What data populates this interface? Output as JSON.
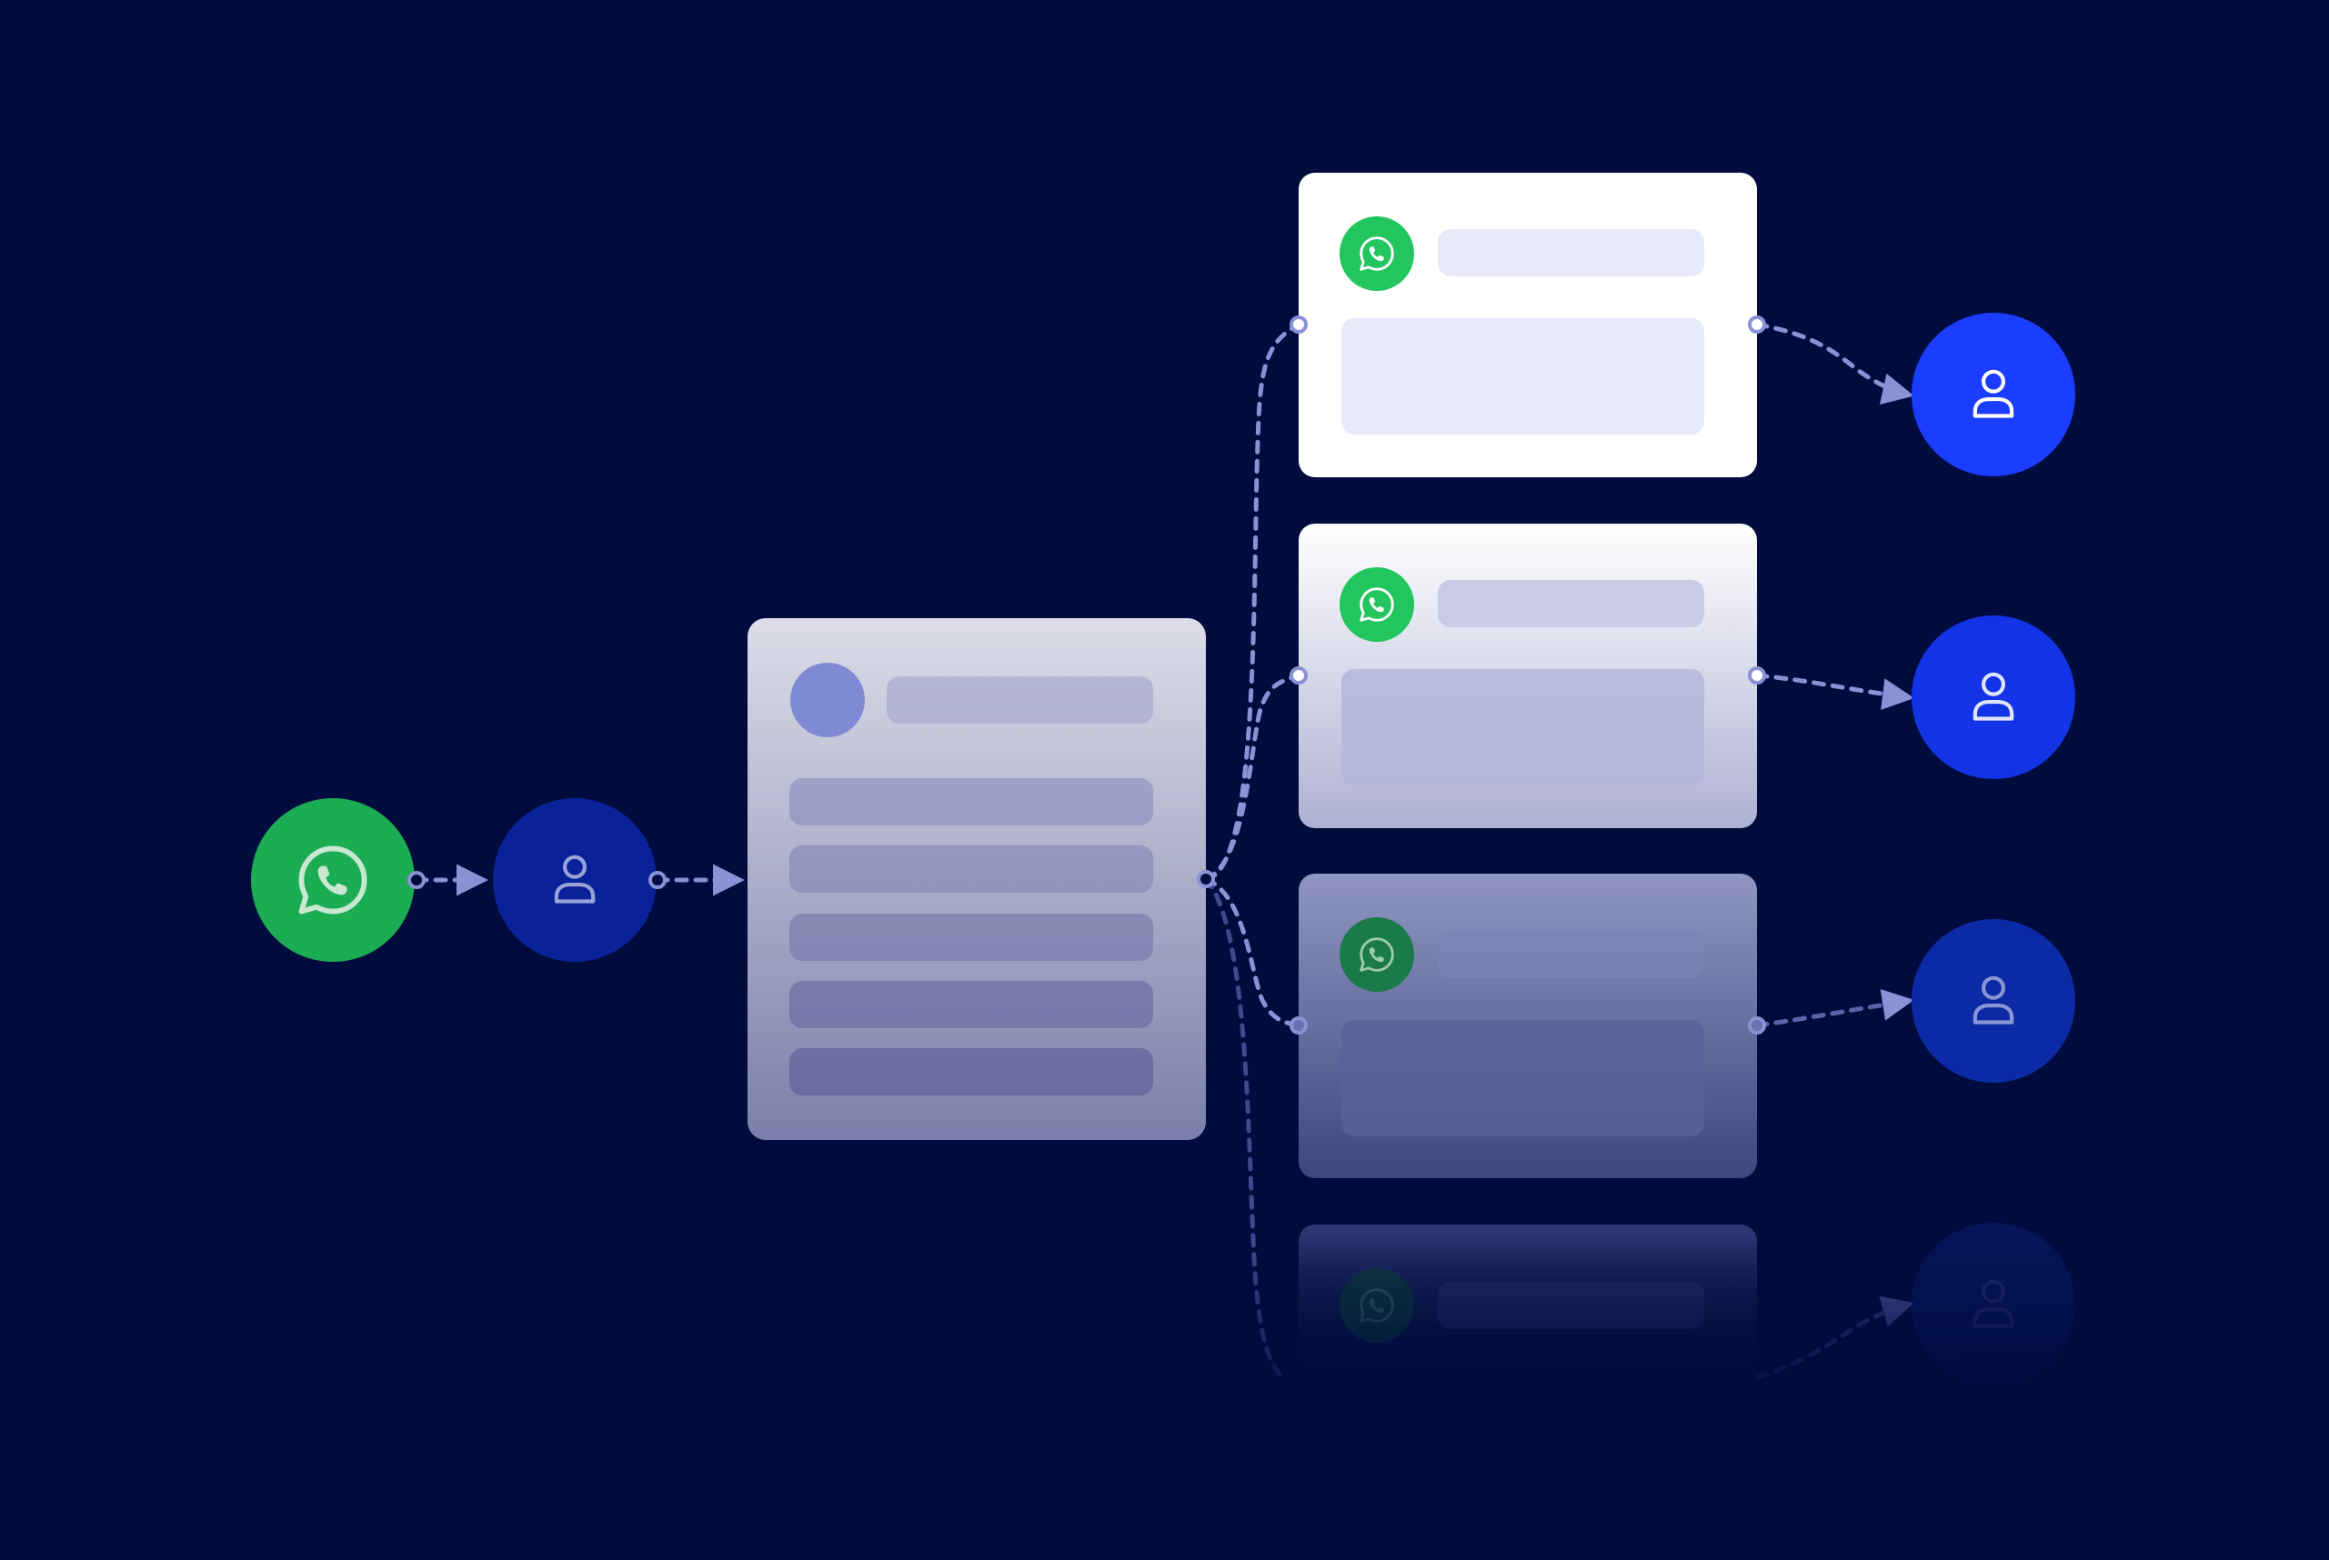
{
  "diagram": {
    "type": "flow",
    "theme": {
      "background": "#000c3d",
      "whatsapp_green": "#22c55e",
      "whatsapp_green_dark": "#1a9e4e",
      "user_blue_dark": "#0a2299",
      "user_blue_bright": "#1a3dff",
      "connector": "#8892d4",
      "card_white": "#ffffff",
      "card_grey": "#dfe0ea",
      "skeleton_fill": "#e8e9fa",
      "skeleton_shade": "#a9accf",
      "avatar_fill": "#7f8ad4"
    },
    "nodes": [
      {
        "id": "source",
        "kind": "whatsapp",
        "icon": "whatsapp-icon"
      },
      {
        "id": "agent",
        "kind": "user",
        "icon": "user-icon"
      },
      {
        "id": "list-card",
        "kind": "skeleton-list-card",
        "rows": 5
      },
      {
        "id": "message-card-1",
        "kind": "whatsapp-message-card",
        "icon": "whatsapp-icon",
        "opacity": 1.0
      },
      {
        "id": "message-card-2",
        "kind": "whatsapp-message-card",
        "icon": "whatsapp-icon",
        "opacity": 1.0
      },
      {
        "id": "message-card-3",
        "kind": "whatsapp-message-card",
        "icon": "whatsapp-icon",
        "opacity": 0.55
      },
      {
        "id": "message-card-4",
        "kind": "whatsapp-message-card",
        "icon": "whatsapp-icon",
        "opacity": 0.12
      },
      {
        "id": "recipient-1",
        "kind": "user",
        "icon": "user-icon",
        "opacity": 1.0
      },
      {
        "id": "recipient-2",
        "kind": "user",
        "icon": "user-icon",
        "opacity": 1.0
      },
      {
        "id": "recipient-3",
        "kind": "user",
        "icon": "user-icon",
        "opacity": 0.55
      },
      {
        "id": "recipient-4",
        "kind": "user",
        "icon": "user-icon",
        "opacity": 0.12
      }
    ],
    "edges": [
      {
        "from": "source",
        "to": "agent",
        "style": "dashed-arrow"
      },
      {
        "from": "agent",
        "to": "list-card",
        "style": "dashed-arrow"
      },
      {
        "from": "list-card",
        "to": "message-card-1",
        "style": "dashed-curve"
      },
      {
        "from": "list-card",
        "to": "message-card-2",
        "style": "dashed-curve"
      },
      {
        "from": "list-card",
        "to": "message-card-3",
        "style": "dashed-curve"
      },
      {
        "from": "list-card",
        "to": "message-card-4",
        "style": "dashed-curve"
      },
      {
        "from": "message-card-1",
        "to": "recipient-1",
        "style": "dashed-arrow"
      },
      {
        "from": "message-card-2",
        "to": "recipient-2",
        "style": "dashed-arrow"
      },
      {
        "from": "message-card-3",
        "to": "recipient-3",
        "style": "dashed-arrow"
      },
      {
        "from": "message-card-4",
        "to": "recipient-4",
        "style": "dashed-arrow"
      }
    ]
  }
}
